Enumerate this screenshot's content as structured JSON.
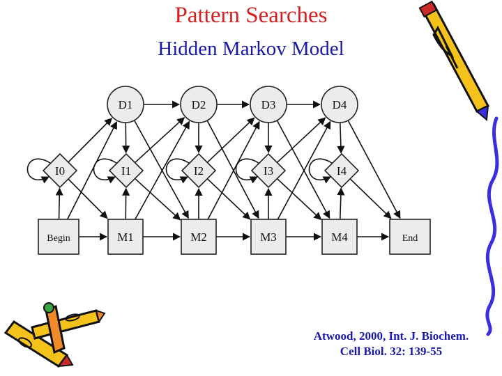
{
  "slide": {
    "title": "Pattern Searches",
    "subtitle": "Hidden Markov Model",
    "citation_line1": "Atwood,  2000, Int. J. Biochem.",
    "citation_line2": "Cell Biol. 32: 139-55"
  },
  "diagram": {
    "delete_states": [
      "D1",
      "D2",
      "D3",
      "D4"
    ],
    "insert_states": [
      "I0",
      "I1",
      "I2",
      "I3",
      "I4"
    ],
    "match_states": [
      "M1",
      "M2",
      "M3",
      "M4"
    ],
    "begin_label": "Begin",
    "end_label": "End"
  },
  "colors": {
    "title": "#d42020",
    "subtitle": "#1a1aa8",
    "citation": "#1a1aa8",
    "node_fill": "#ececec",
    "node_stroke": "#222222",
    "squiggle": "#3a2ee0"
  }
}
